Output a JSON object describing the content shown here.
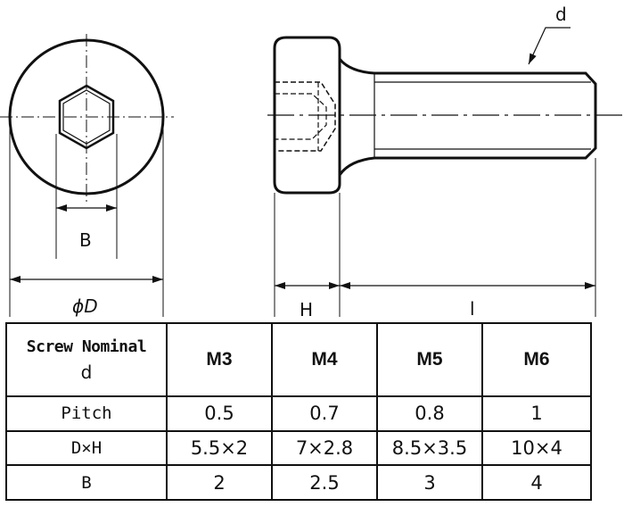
{
  "labels": {
    "B": "B",
    "D": "ϕD",
    "H": "H",
    "l": "l",
    "d": "d"
  },
  "table": {
    "header_line1": "Screw Nominal",
    "header_line2": "d",
    "columns": [
      "M3",
      "M4",
      "M5",
      "M6"
    ],
    "rows": [
      {
        "label": "Pitch",
        "values": [
          "0.5",
          "0.7",
          "0.8",
          "1"
        ]
      },
      {
        "label": "D×H",
        "values": [
          "5.5×2",
          "7×2.8",
          "8.5×3.5",
          "10×4"
        ]
      },
      {
        "label": "B",
        "values": [
          "2",
          "2.5",
          "3",
          "4"
        ]
      }
    ]
  }
}
